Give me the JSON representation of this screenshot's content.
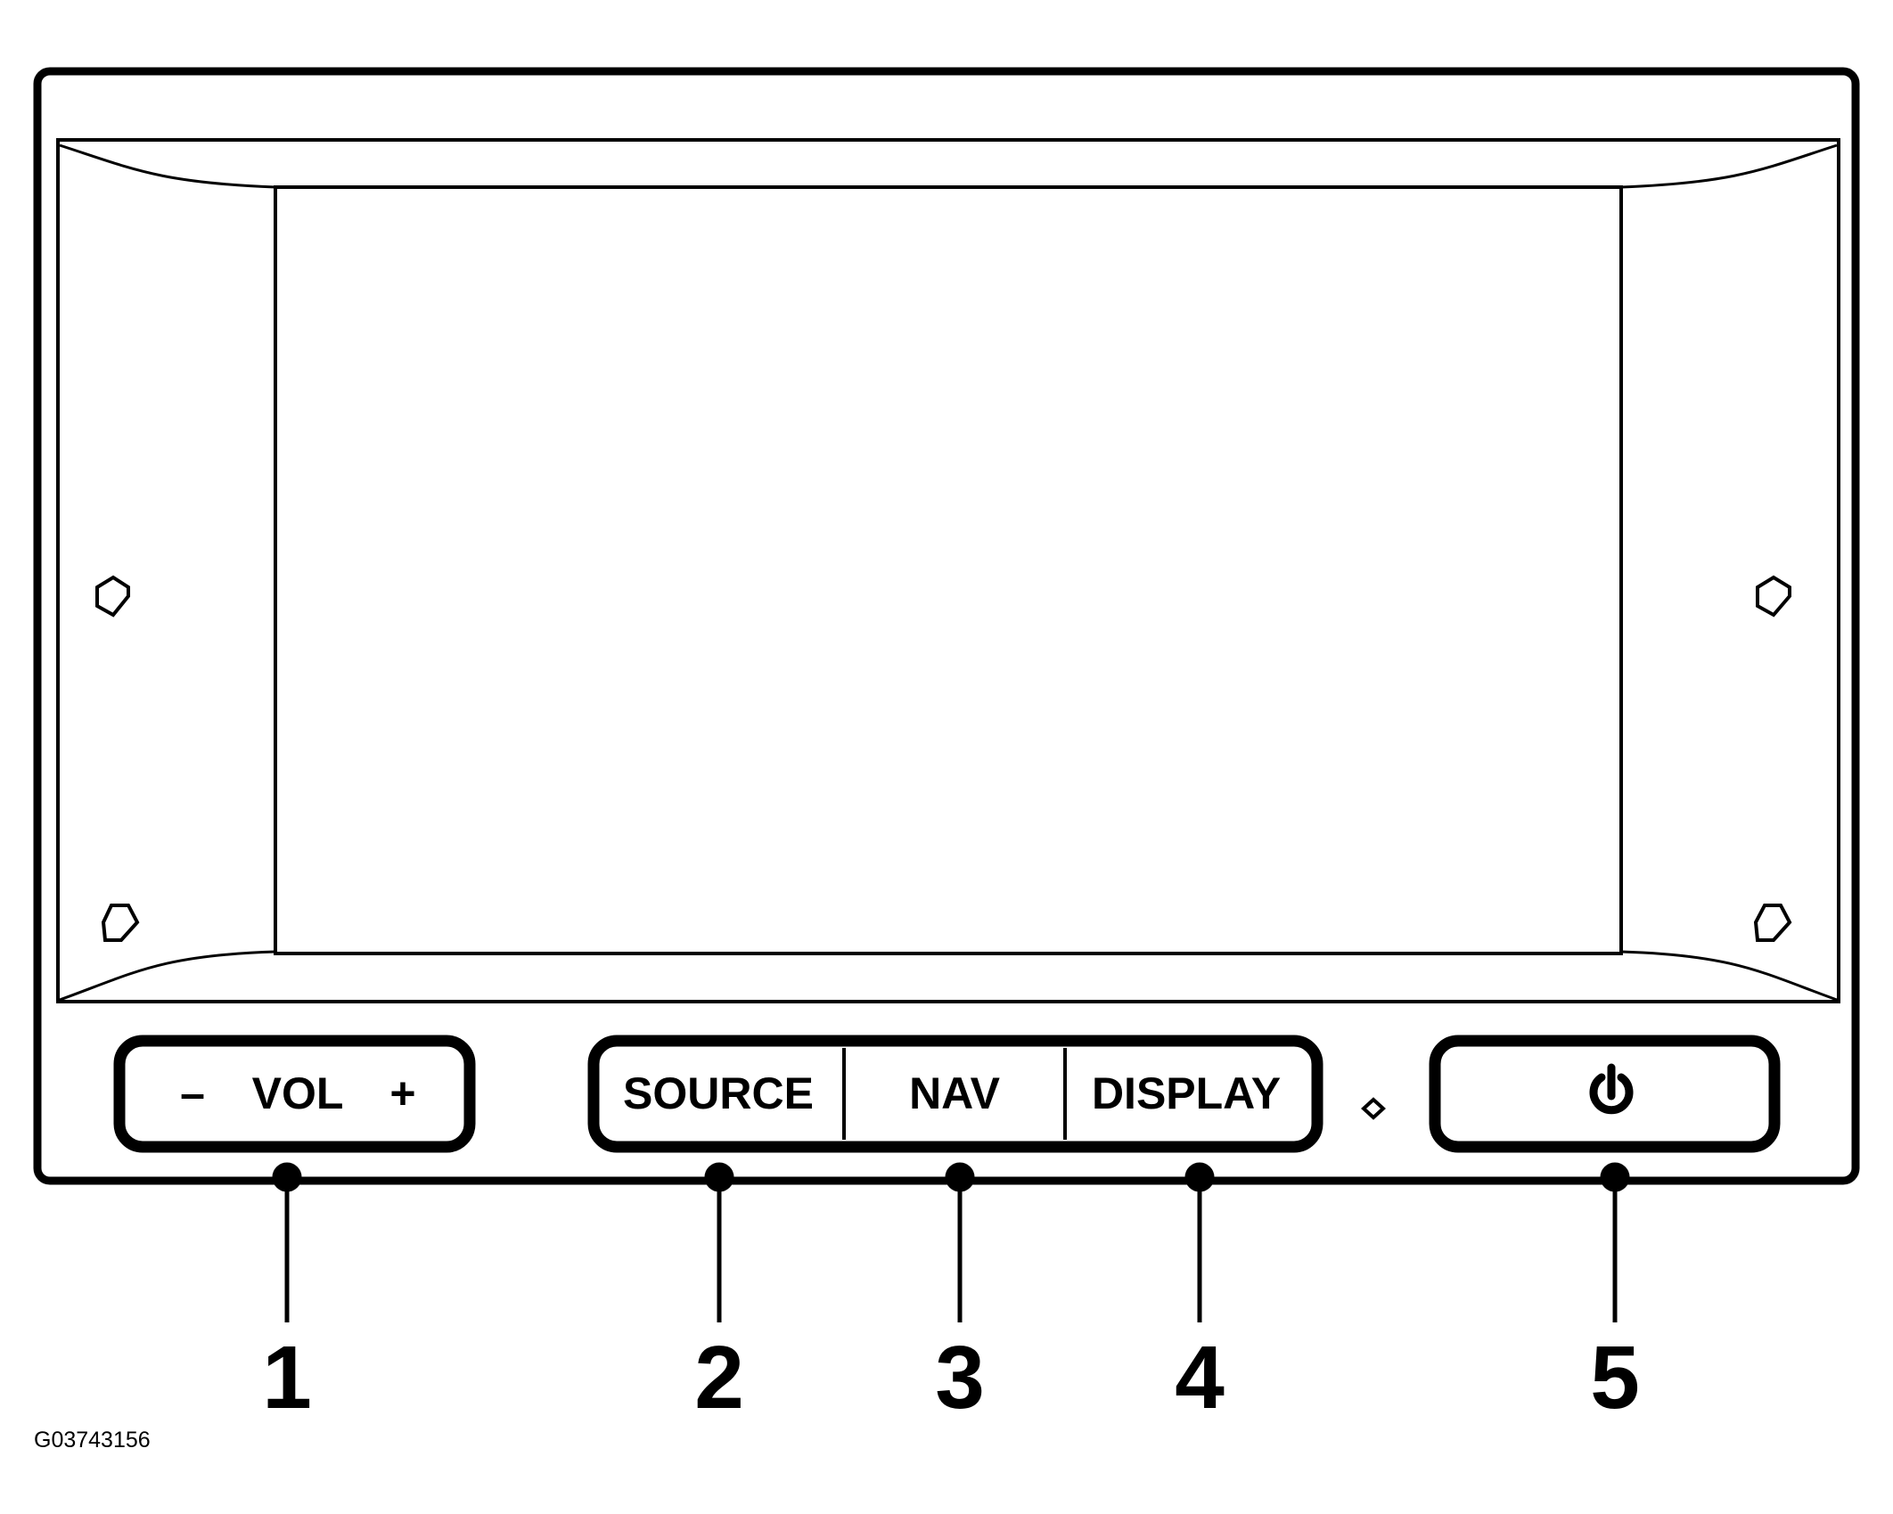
{
  "buttons": {
    "vol": {
      "minus": "–",
      "label": "VOL",
      "plus": "+"
    },
    "source": "SOURCE",
    "nav": "NAV",
    "display": "DISPLAY",
    "power_icon": "power-icon"
  },
  "callouts": [
    "1",
    "2",
    "3",
    "4",
    "5"
  ],
  "figure_id": "G03743156"
}
